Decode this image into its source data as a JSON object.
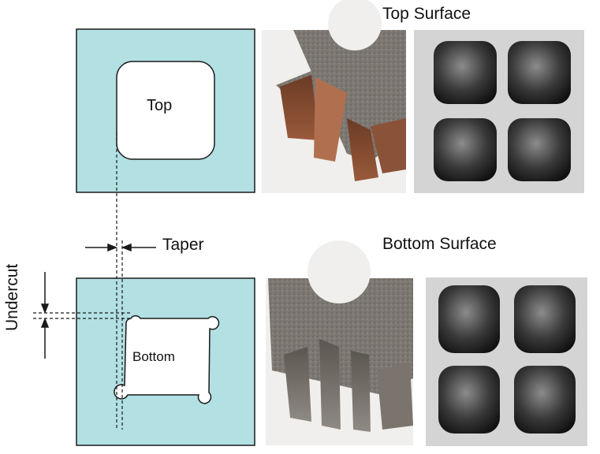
{
  "labels": {
    "top_surface": "Top Surface",
    "bottom_surface": "Bottom Surface",
    "taper": "Taper",
    "undercut": "Undercut",
    "top": "Top",
    "bottom": "Bottom"
  },
  "colors": {
    "plate_fill": "#b2e0e3",
    "outline": "#1a1a1a",
    "hole_fill": "#ffffff",
    "photo_bg": "#f2f2f2"
  }
}
